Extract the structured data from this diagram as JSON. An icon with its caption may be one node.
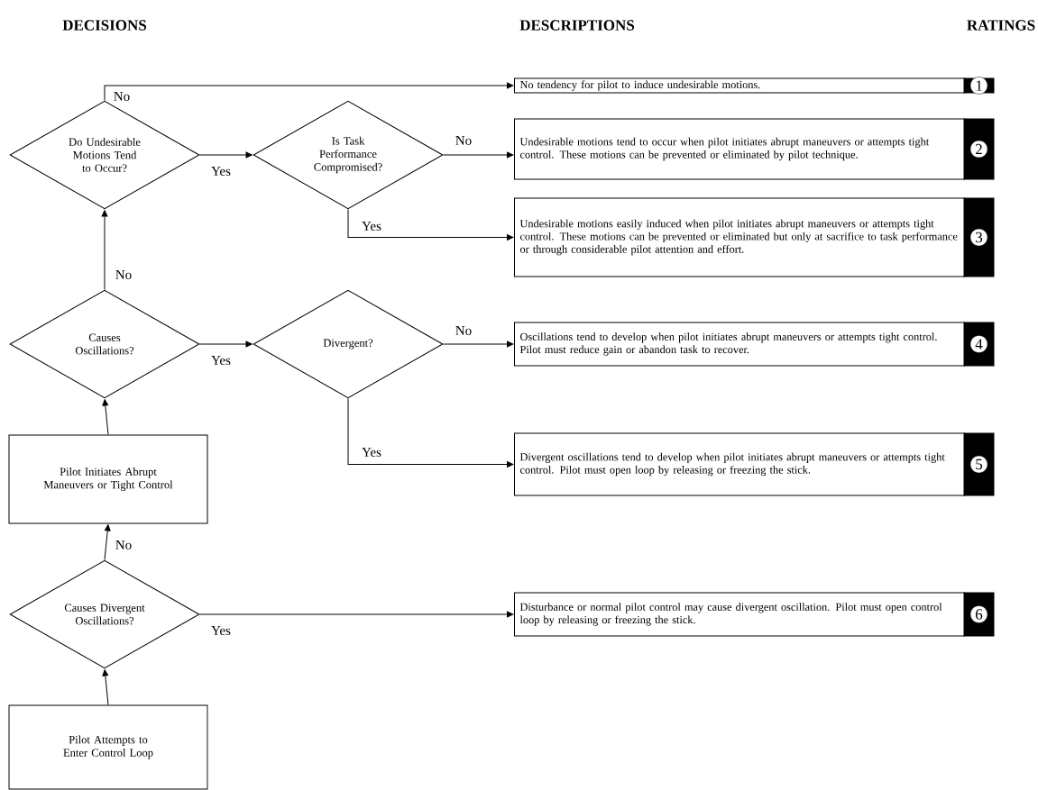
{
  "diagram": {
    "nodes": [
      {
        "text": [
          "Do Undesirable Motions Tend to Occur?"
        ]
      },
      {
        "text": [
          "Is Task Performance Compromised?"
        ]
      },
      {
        "text": [
          "Causes Oscillations?"
        ]
      },
      {
        "text": [
          "Divergent?"
        ]
      },
      {
        "text": [
          "Pilot Initiates Abrupt Maneuvers or Tight Control"
        ]
      },
      {
        "text": [
          "Causes Divergent Oscillations?"
        ]
      },
      {
        "text": [
          "Pilot Attempts to Enter Control Loop"
        ]
      },
      {
        "text": [
          "No tendency for pilot to induce undesirable motions."
        ]
      },
      {
        "text": [
          "Undesirable motions tend to occur when pilot initiates abrupt maneuvers or attempts tight control.  These motions can be prevented or eliminated by pilot technique."
        ]
      },
      {
        "text": [
          "Undesirable motions easily induced when pilot initiates abrupt maneuvers or attempts tight control.  These motions can be prevented or eliminated but only at sacrifice to task performance or through considerable pilot attention and effort."
        ]
      },
      {
        "text": [
          "Oscillations tend to develop when pilot initiates abrupt maneuvers or attempts tight control.  Pilot must reduce gain or abandon task to recover."
        ]
      },
      {
        "text": [
          "Divergent oscillations tend to develop when pilot initiates abrupt maneuvers or attempts tight control.  Pilot must open loop by releasing or freezing the stick."
        ]
      },
      {
        "text": [
          "Disturbance or normal pilot control may cause divergent oscillation.  Pilot must open control loop by releasing or freezing the stick."
        ]
      },
      {
        "text": [
          "1"
        ]
      },
      {
        "text": [
          "2"
        ]
      },
      {
        "text": [
          "3"
        ]
      },
      {
        "text": [
          "4"
        ]
      },
      {
        "text": [
          "5"
        ]
      },
      {
        "text": [
          "6"
        ]
      }
    ],
    "edges": [
      {
        "from": 0,
        "to": 7,
        "arrow": "to",
        "label": "No"
      },
      {
        "from": 0,
        "to": 1,
        "arrow": "to",
        "label": "Yes"
      },
      {
        "from": 1,
        "to": 8,
        "arrow": "to",
        "label": "No"
      },
      {
        "from": 1,
        "to": 9,
        "arrow": "to",
        "label": "Yes"
      },
      {
        "from": 2,
        "to": 0,
        "arrow": "to",
        "label": "No"
      },
      {
        "from": 2,
        "to": 3,
        "arrow": "to",
        "label": "Yes"
      },
      {
        "from": 3,
        "to": 10,
        "arrow": "to",
        "label": "No"
      },
      {
        "from": 3,
        "to": 11,
        "arrow": "to",
        "label": "Yes"
      },
      {
        "from": 4,
        "to": 2,
        "arrow": "to"
      },
      {
        "from": 5,
        "to": 4,
        "arrow": "to",
        "label": "No"
      },
      {
        "from": 5,
        "to": 12,
        "arrow": "to",
        "label": "Yes"
      },
      {
        "from": 6,
        "to": 5,
        "arrow": "to"
      }
    ],
    "labels": [
      "DECISIONS",
      "DESCRIPTIONS",
      "RATINGS"
    ]
  }
}
